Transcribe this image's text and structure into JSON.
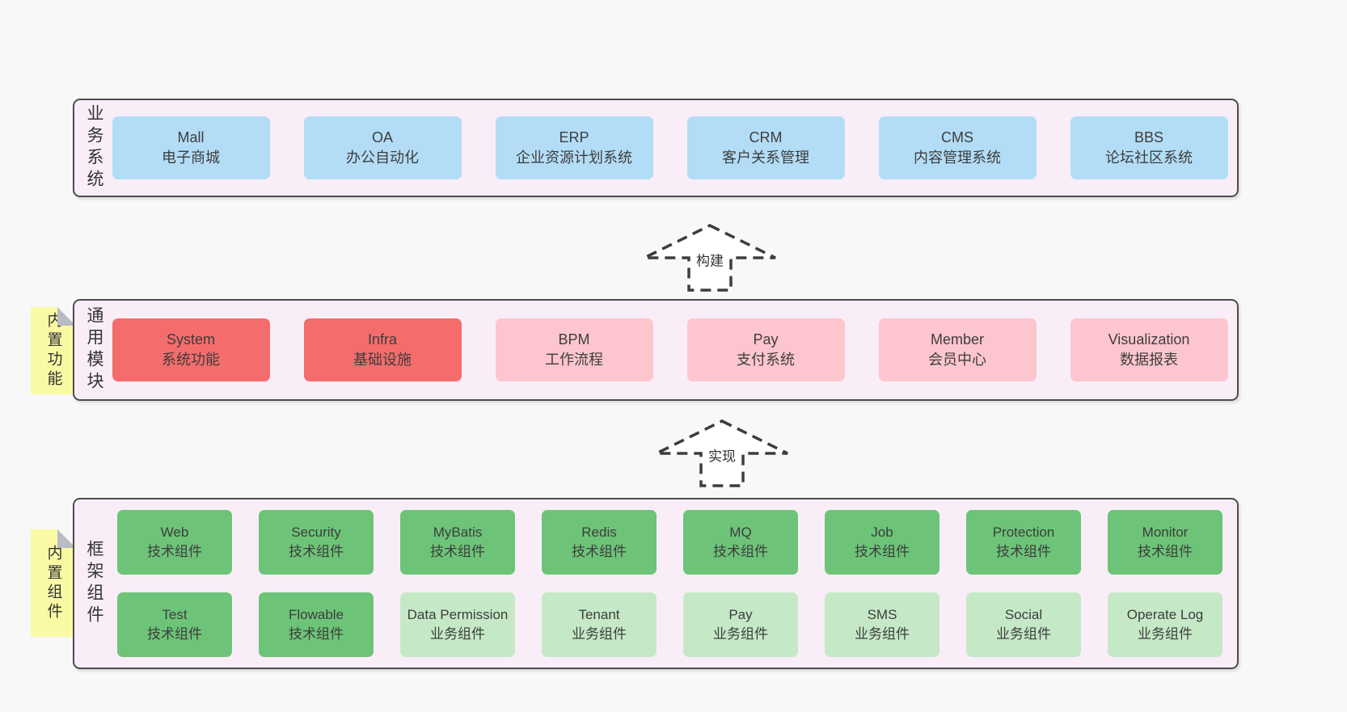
{
  "colors": {
    "page_bg": "#f8f8f8",
    "layer_bg": "#f9eef8",
    "layer_border": "#4d4d4d",
    "blue_box": "#b3ddf7",
    "red_box": "#f56c6c",
    "pink_box": "#fdc6ce",
    "green_box": "#6dc478",
    "light_green_box": "#c5e9c6",
    "note_bg": "#fafaa5",
    "note_fold": "#b9bcc2",
    "text": "#3d3d3d"
  },
  "layers": {
    "business": {
      "label": "业务系统",
      "boxes": [
        {
          "name": "Mall",
          "subtitle": "电子商城"
        },
        {
          "name": "OA",
          "subtitle": "办公自动化"
        },
        {
          "name": "ERP",
          "subtitle": "企业资源计划系统"
        },
        {
          "name": "CRM",
          "subtitle": "客户关系管理"
        },
        {
          "name": "CMS",
          "subtitle": "内容管理系统"
        },
        {
          "name": "BBS",
          "subtitle": "论坛社区系统"
        }
      ]
    },
    "modules": {
      "label": "通用模块",
      "note": "内置功能",
      "boxes": [
        {
          "name": "System",
          "subtitle": "系统功能",
          "variant": "red"
        },
        {
          "name": "Infra",
          "subtitle": "基础设施",
          "variant": "red"
        },
        {
          "name": "BPM",
          "subtitle": "工作流程",
          "variant": "pink"
        },
        {
          "name": "Pay",
          "subtitle": "支付系统",
          "variant": "pink"
        },
        {
          "name": "Member",
          "subtitle": "会员中心",
          "variant": "pink"
        },
        {
          "name": "Visualization",
          "subtitle": "数据报表",
          "variant": "pink"
        }
      ]
    },
    "components": {
      "label": "框架组件",
      "note": "内置组件",
      "row1": [
        {
          "name": "Web",
          "subtitle": "技术组件",
          "variant": "green"
        },
        {
          "name": "Security",
          "subtitle": "技术组件",
          "variant": "green"
        },
        {
          "name": "MyBatis",
          "subtitle": "技术组件",
          "variant": "green"
        },
        {
          "name": "Redis",
          "subtitle": "技术组件",
          "variant": "green"
        },
        {
          "name": "MQ",
          "subtitle": "技术组件",
          "variant": "green"
        },
        {
          "name": "Job",
          "subtitle": "技术组件",
          "variant": "green"
        },
        {
          "name": "Protection",
          "subtitle": "技术组件",
          "variant": "green"
        },
        {
          "name": "Monitor",
          "subtitle": "技术组件",
          "variant": "green"
        }
      ],
      "row2": [
        {
          "name": "Test",
          "subtitle": "技术组件",
          "variant": "green"
        },
        {
          "name": "Flowable",
          "subtitle": "技术组件",
          "variant": "green"
        },
        {
          "name": "Data Permission",
          "subtitle": "业务组件",
          "variant": "lightgreen"
        },
        {
          "name": "Tenant",
          "subtitle": "业务组件",
          "variant": "lightgreen"
        },
        {
          "name": "Pay",
          "subtitle": "业务组件",
          "variant": "lightgreen"
        },
        {
          "name": "SMS",
          "subtitle": "业务组件",
          "variant": "lightgreen"
        },
        {
          "name": "Social",
          "subtitle": "业务组件",
          "variant": "lightgreen"
        },
        {
          "name": "Operate Log",
          "subtitle": "业务组件",
          "variant": "lightgreen"
        }
      ]
    }
  },
  "arrows": [
    {
      "label": "构建"
    },
    {
      "label": "实现"
    }
  ]
}
